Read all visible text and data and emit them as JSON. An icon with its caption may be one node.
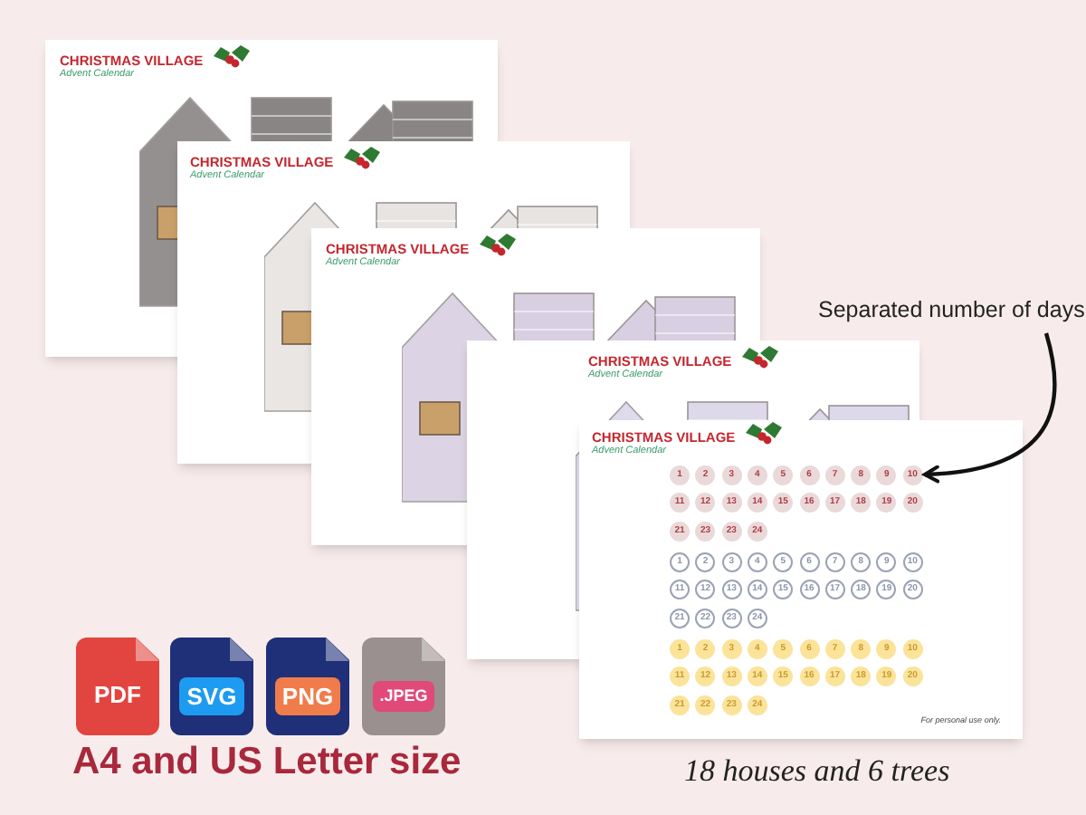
{
  "diagram": {
    "nodes": [
      {
        "text": [
          "Separated number of days"
        ]
      },
      {
        "text": [
          "1"
        ]
      },
      {
        "text": [
          "2"
        ]
      },
      {
        "text": [
          "3"
        ]
      },
      {
        "text": [
          "4"
        ]
      },
      {
        "text": [
          "5"
        ]
      },
      {
        "text": [
          "6"
        ]
      },
      {
        "text": [
          "7"
        ]
      },
      {
        "text": [
          "8"
        ]
      },
      {
        "text": [
          "9"
        ]
      },
      {
        "text": [
          "10"
        ]
      },
      {
        "text": [
          "11"
        ]
      },
      {
        "text": [
          "12"
        ]
      },
      {
        "text": [
          "13"
        ]
      },
      {
        "text": [
          "14"
        ]
      },
      {
        "text": [
          "15"
        ]
      },
      {
        "text": [
          "16"
        ]
      },
      {
        "text": [
          "17"
        ]
      },
      {
        "text": [
          "18"
        ]
      },
      {
        "text": [
          "19"
        ]
      },
      {
        "text": [
          "20"
        ]
      },
      {
        "text": [
          "21"
        ]
      },
      {
        "text": [
          "23"
        ]
      },
      {
        "text": [
          "23"
        ]
      },
      {
        "text": [
          "24"
        ]
      },
      {
        "text": [
          "1"
        ]
      },
      {
        "text": [
          "2"
        ]
      },
      {
        "text": [
          "3"
        ]
      },
      {
        "text": [
          "4"
        ]
      },
      {
        "text": [
          "5"
        ]
      },
      {
        "text": [
          "6"
        ]
      },
      {
        "text": [
          "7"
        ]
      },
      {
        "text": [
          "8"
        ]
      },
      {
        "text": [
          "9"
        ]
      },
      {
        "text": [
          "10"
        ]
      },
      {
        "text": [
          "11"
        ]
      },
      {
        "text": [
          "12"
        ]
      },
      {
        "text": [
          "13"
        ]
      },
      {
        "text": [
          "14"
        ]
      },
      {
        "text": [
          "15"
        ]
      },
      {
        "text": [
          "16"
        ]
      },
      {
        "text": [
          "17"
        ]
      },
      {
        "text": [
          "18"
        ]
      },
      {
        "text": [
          "19"
        ]
      },
      {
        "text": [
          "20"
        ]
      },
      {
        "text": [
          "21"
        ]
      },
      {
        "text": [
          "22"
        ]
      },
      {
        "text": [
          "23"
        ]
      },
      {
        "text": [
          "24"
        ]
      },
      {
        "text": [
          "1"
        ]
      },
      {
        "text": [
          "2"
        ]
      },
      {
        "text": [
          "3"
        ]
      },
      {
        "text": [
          "4"
        ]
      },
      {
        "text": [
          "5"
        ]
      },
      {
        "text": [
          "6"
        ]
      },
      {
        "text": [
          "7"
        ]
      },
      {
        "text": [
          "8"
        ]
      },
      {
        "text": [
          "9"
        ]
      },
      {
        "text": [
          "10"
        ]
      },
      {
        "text": [
          "11"
        ]
      },
      {
        "text": [
          "12"
        ]
      },
      {
        "text": [
          "13"
        ]
      },
      {
        "text": [
          "14"
        ]
      },
      {
        "text": [
          "15"
        ]
      },
      {
        "text": [
          "16"
        ]
      },
      {
        "text": [
          "17"
        ]
      },
      {
        "text": [
          "18"
        ]
      },
      {
        "text": [
          "19"
        ]
      },
      {
        "text": [
          "20"
        ]
      },
      {
        "text": [
          "21"
        ]
      },
      {
        "text": [
          "22"
        ]
      },
      {
        "text": [
          "23"
        ]
      },
      {
        "text": [
          "24"
        ]
      },
      {
        "text": [
          "PDF"
        ]
      },
      {
        "text": [
          "SVG"
        ]
      },
      {
        "text": [
          "PNG"
        ]
      },
      {
        "text": [
          ".JPEG"
        ]
      }
    ],
    "edges": [
      {
        "from": 0,
        "to": 10,
        "arrow": "to"
      }
    ],
    "labels": [
      "CHRISTMAS VILLAGE",
      "Advent Calendar",
      "CHRISTMAS VILLAGE",
      "Advent Calendar",
      "CHRISTMAS VILLAGE",
      "Advent Calendar",
      "CHRISTMAS VILLAGE",
      "Advent Calendar",
      "CHRISTMAS VILLAGE",
      "Advent Calendar",
      "For personal use only.",
      "A4 and US Letter size",
      "18 houses and 6 trees"
    ]
  }
}
